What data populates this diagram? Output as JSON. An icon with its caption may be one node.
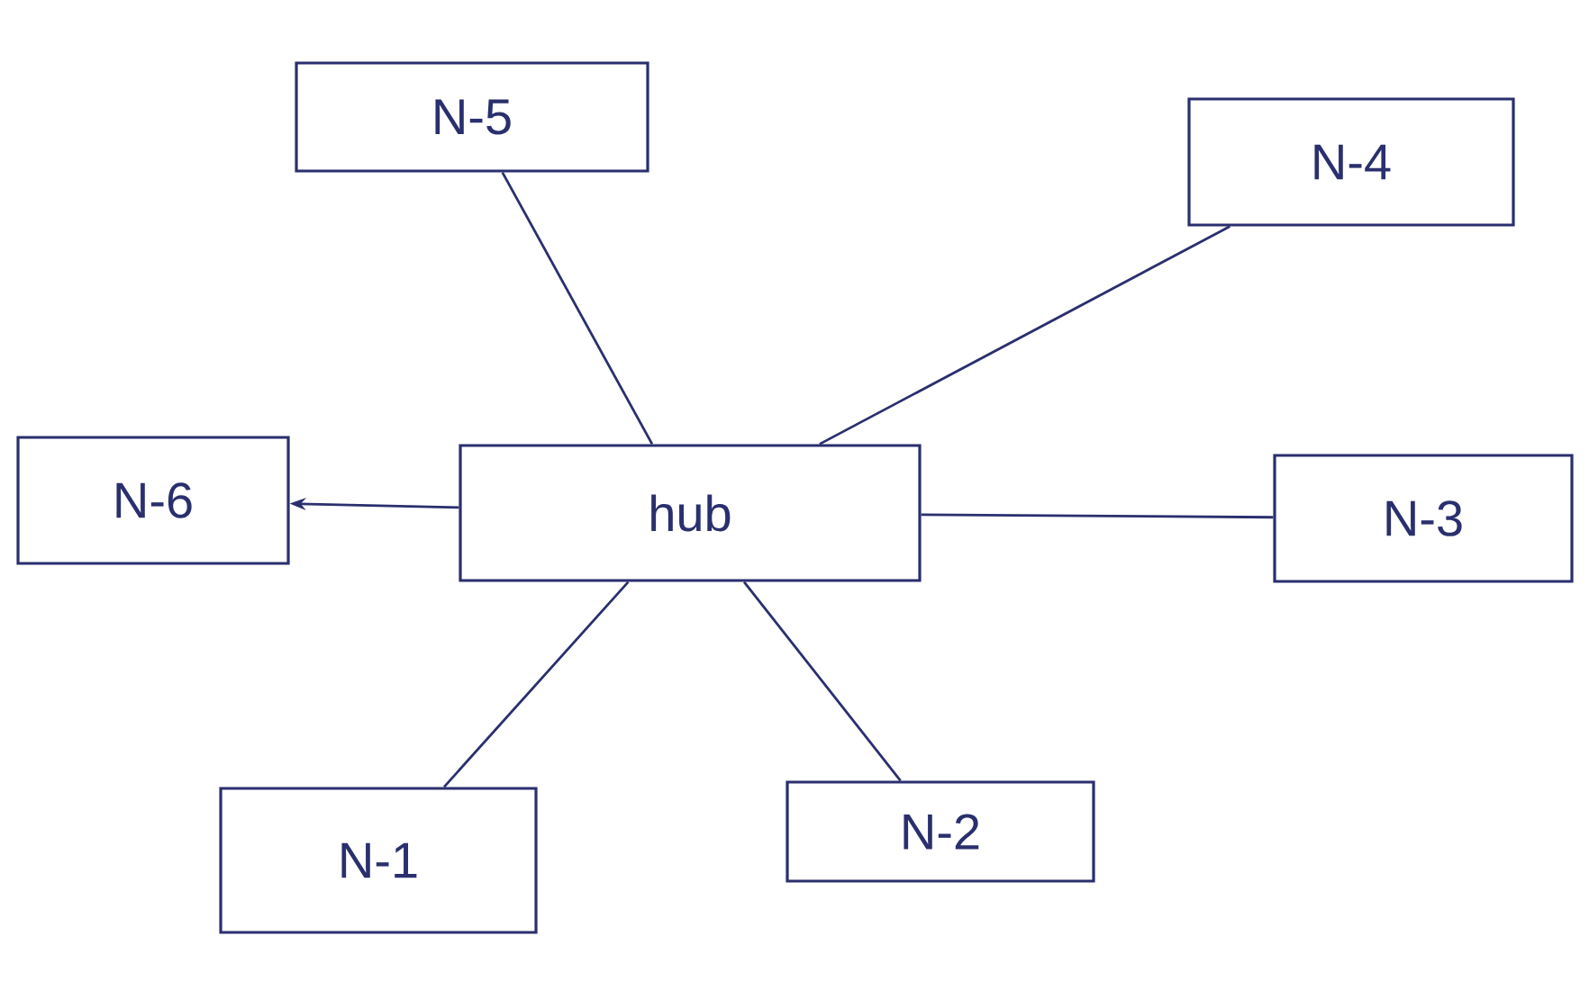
{
  "diagram": {
    "nodes": [
      {
        "text": [
          "N-5"
        ]
      },
      {
        "text": [
          "N-4"
        ]
      },
      {
        "text": [
          "N-6"
        ]
      },
      {
        "text": [
          "hub"
        ]
      },
      {
        "text": [
          "N-3"
        ]
      },
      {
        "text": [
          "N-1"
        ]
      },
      {
        "text": [
          "N-2"
        ]
      }
    ],
    "edges": [
      {
        "from": 3,
        "to": 0,
        "arrow": "none"
      },
      {
        "from": 3,
        "to": 1,
        "arrow": "none"
      },
      {
        "from": 3,
        "to": 2,
        "arrow": "to"
      },
      {
        "from": 3,
        "to": 4,
        "arrow": "none"
      },
      {
        "from": 3,
        "to": 5,
        "arrow": "none"
      },
      {
        "from": 3,
        "to": 6,
        "arrow": "none"
      }
    ]
  }
}
